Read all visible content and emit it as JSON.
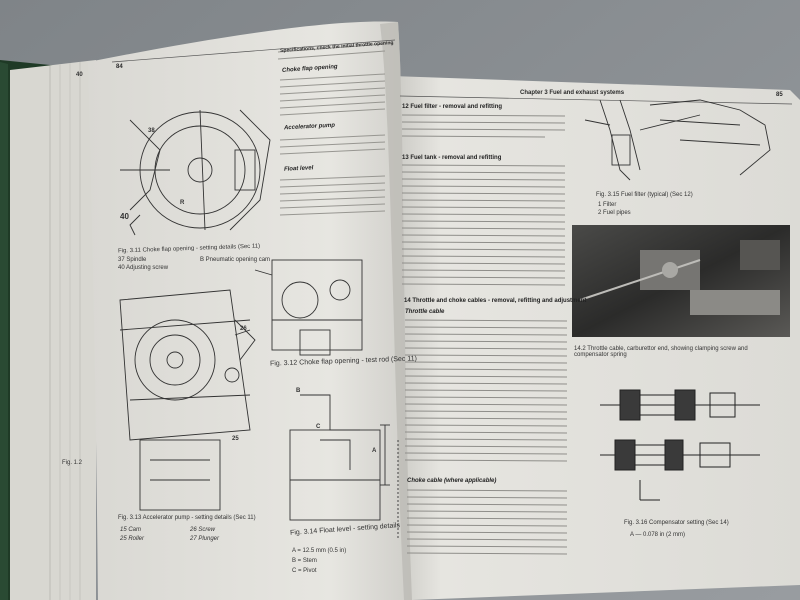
{
  "book": {
    "left_page": {
      "page_number": "84",
      "section_heading": "Specifications, check the initial throttle opening",
      "choke_heading": "Choke flap opening",
      "accel_heading": "Accelerator pump",
      "float_heading": "Float level",
      "fig_3_11": "Fig. 3.11 Choke flap opening - setting details (Sec 11)",
      "fig_3_11_legend": [
        "37 Spindle",
        "40 Adjusting screw",
        "B  Pneumatic opening cam"
      ],
      "fig_3_12": "Fig. 3.12 Choke flap opening - test rod (Sec 11)",
      "fig_3_13": "Fig. 3.13 Accelerator pump - setting details (Sec 11)",
      "fig_3_13_legend": [
        "15 Cam",
        "25 Roller",
        "26 Screw",
        "27 Plunger"
      ],
      "fig_3_14": "Fig. 3.14 Float level - setting details",
      "fig_3_14_legend": [
        "A  =  12.5 mm (0.5 in)",
        "B  =  Stem",
        "C  =  Pivot"
      ],
      "callouts": [
        "38",
        "40",
        "R",
        "26",
        "25",
        "A",
        "B",
        "C"
      ]
    },
    "right_page": {
      "chapter_header": "Chapter 3  Fuel and exhaust systems",
      "page_number": "85",
      "sec_12": "12  Fuel filter - removal and refitting",
      "sec_13": "13  Fuel tank - removal and refitting",
      "sec_14": "14  Throttle and choke cables - removal, refitting and adjustment",
      "throttle_sub": "Throttle cable",
      "choke_sub": "Choke cable (where applicable)",
      "fig_3_15": "Fig. 3.15 Fuel filter (typical) (Sec 12)",
      "fig_3_15_legend": [
        "1  Filter",
        "2  Fuel pipes"
      ],
      "fig_14_2": "14.2 Throttle cable, carburettor end, showing clamping screw and compensator spring",
      "fig_3_16": "Fig. 3.16 Compensator setting (Sec 14)",
      "fig_3_16_legend": "A  —  0.078 in (2 mm)"
    },
    "under_page": {
      "edge_number": "40",
      "fig_edge": "Fig. 1.2"
    }
  }
}
